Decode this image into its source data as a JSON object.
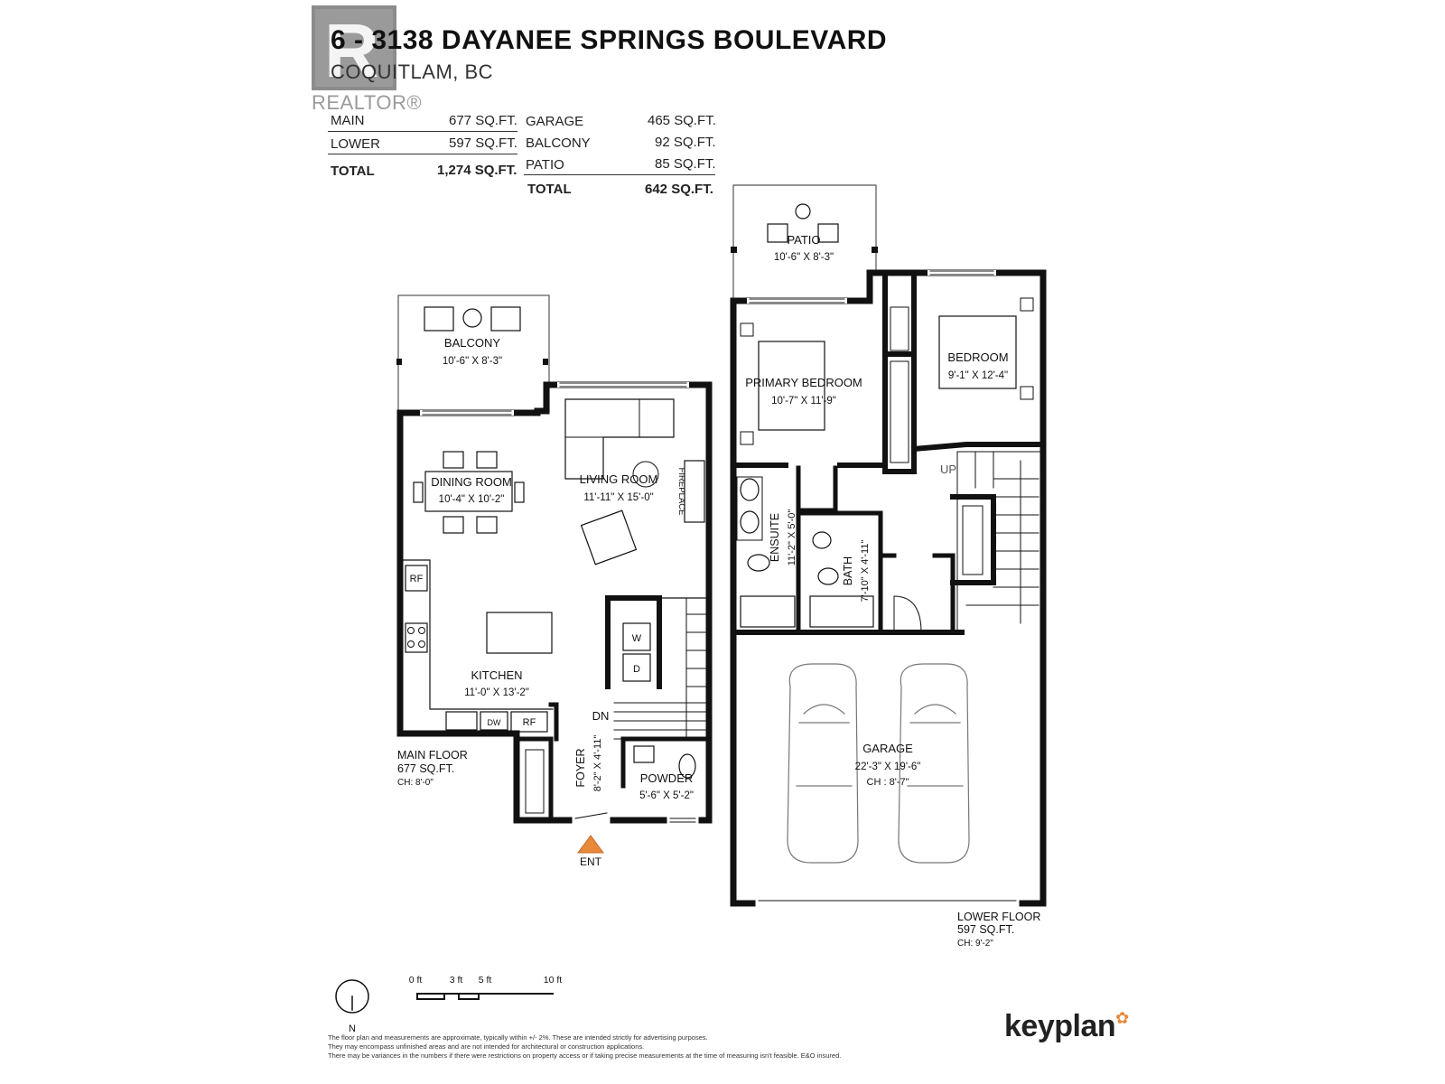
{
  "header": {
    "address": "6 - 3138 DAYANEE SPRINGS BOULEVARD",
    "city": "COQUITLAM, BC",
    "logo_letter": "R",
    "logo_text": "REALTOR®"
  },
  "areas_left": {
    "rows": [
      {
        "label": "MAIN",
        "value": "677 SQ.FT."
      },
      {
        "label": "LOWER",
        "value": "597 SQ.FT."
      }
    ],
    "total": {
      "label": "TOTAL",
      "value": "1,274 SQ.FT."
    }
  },
  "areas_right": {
    "rows": [
      {
        "label": "GARAGE",
        "value": "465 SQ.FT."
      },
      {
        "label": "BALCONY",
        "value": "92 SQ.FT."
      },
      {
        "label": "PATIO",
        "value": "85 SQ.FT."
      }
    ],
    "total": {
      "label": "TOTAL",
      "value": "642 SQ.FT."
    }
  },
  "rooms": {
    "balcony": {
      "name": "BALCONY",
      "dims": "10'-6\" X 8'-3\""
    },
    "dining": {
      "name": "DINING ROOM",
      "dims": "10'-4\" X 10'-2\""
    },
    "living": {
      "name": "LIVING ROOM",
      "dims": "11'-11\" X 15'-0\""
    },
    "fireplace": "FIREPLACE",
    "kitchen": {
      "name": "KITCHEN",
      "dims": "11'-0\" X 13'-2\""
    },
    "foyer": {
      "name": "FOYER",
      "dims": "8'-2\" X 4'-11\""
    },
    "powder": {
      "name": "POWDER",
      "dims": "5'-6\" X 5'-2\""
    },
    "patio": {
      "name": "PATIO",
      "dims": "10'-6\" X 8'-3\""
    },
    "primary": {
      "name": "PRIMARY BEDROOM",
      "dims": "10'-7\" X 11'-9\""
    },
    "bedroom": {
      "name": "BEDROOM",
      "dims": "9'-1\" X 12'-4\""
    },
    "ensuite": {
      "name": "ENSUITE",
      "dims": "11'-2\" X 5'-0\""
    },
    "bath": {
      "name": "BATH",
      "dims": "7'-10\" X 4'-11\""
    },
    "garage": {
      "name": "GARAGE",
      "dims": "22'-3\" X 19'-6\"",
      "ch": "CH : 8'-7\""
    }
  },
  "appliances": {
    "rf1": "RF",
    "rf2": "RF",
    "dw": "DW",
    "washer": "W",
    "dryer": "D",
    "dn": "DN",
    "up": "UP",
    "ent": "ENT"
  },
  "floors": {
    "main": {
      "name": "MAIN FLOOR",
      "area": "677 SQ.FT.",
      "ch": "CH: 8'-0\""
    },
    "lower": {
      "name": "LOWER FLOOR",
      "area": "597 SQ.FT.",
      "ch": "CH: 9'-2\""
    }
  },
  "scale": {
    "t0": "0 ft",
    "t3": "3 ft",
    "t5": "5 ft",
    "t10": "10 ft",
    "north": "N"
  },
  "disclaimer": [
    "The floor plan and measurements are approximate, typically within +/- 2%. These are intended strictly for advertising purposes.",
    "They may encompass unfinished areas and are not intended for architectural or construction applications.",
    "There may be variances in the numbers if there were restrictions on property access or if taking precise measurements at the time of measuring isn't feasible. E&O insured."
  ],
  "brand": "keyplan",
  "colors": {
    "wall": "#111111",
    "accent": "#e8893a",
    "logo": "#9a9a9a"
  }
}
